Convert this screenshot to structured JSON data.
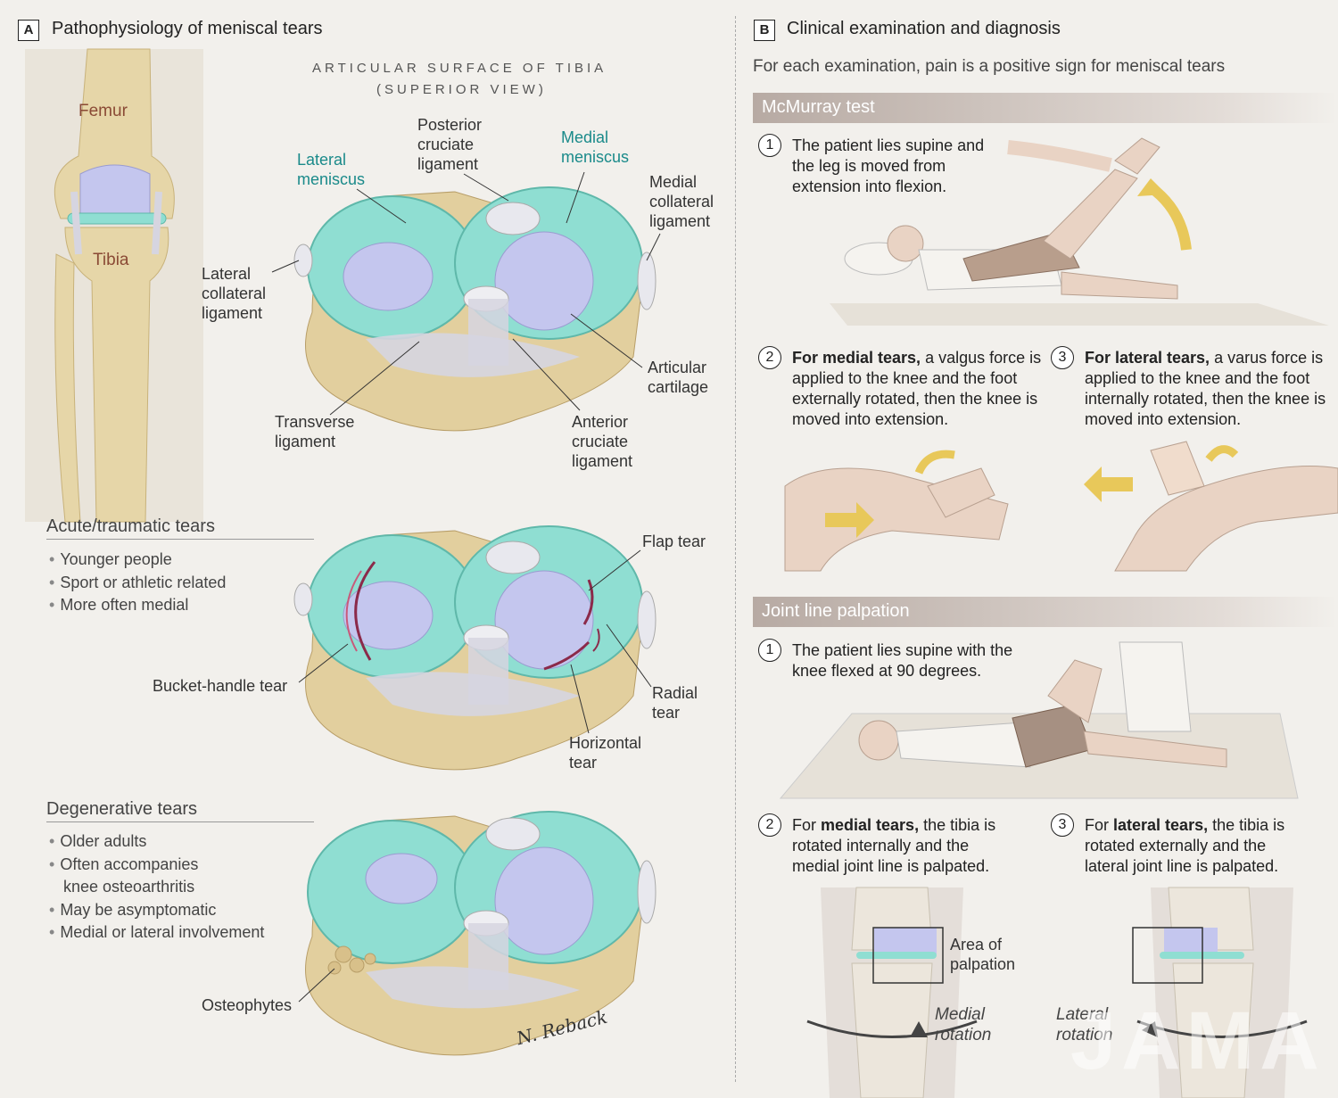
{
  "panel_a": {
    "letter": "A",
    "title": "Pathophysiology of meniscal tears",
    "knee": {
      "femur": "Femur",
      "tibia": "Tibia"
    },
    "view_caption": [
      "ARTICULAR SURFACE OF TIBIA",
      "(SUPERIOR VIEW)"
    ],
    "labels": {
      "lateral_meniscus": "Lateral\nmeniscus",
      "posterior_cruciate": "Posterior\ncruciate\nligament",
      "medial_meniscus": "Medial\nmeniscus",
      "medial_collateral": "Medial\ncollateral\nligament",
      "lateral_collateral": "Lateral\ncollateral\nligament",
      "articular_cartilage": "Articular\ncartilage",
      "transverse": "Transverse\nligament",
      "anterior_cruciate": "Anterior\ncruciate\nligament"
    },
    "acute": {
      "heading": "Acute/traumatic tears",
      "bullets": [
        "Younger people",
        "Sport or athletic related",
        "More often medial"
      ],
      "labels": {
        "flap": "Flap tear",
        "bucket": "Bucket-handle tear",
        "radial": "Radial\ntear",
        "horizontal": "Horizontal\ntear"
      }
    },
    "degenerative": {
      "heading": "Degenerative tears",
      "bullets": [
        "Older adults",
        "Often accompanies",
        "knee osteoarthritis",
        "May be asymptomatic",
        "Medial or lateral involvement"
      ],
      "labels": {
        "osteophytes": "Osteophytes"
      }
    },
    "signature": "N. Reback"
  },
  "panel_b": {
    "letter": "B",
    "title": "Clinical examination and diagnosis",
    "subtitle": "For each examination, pain is a positive sign for meniscal tears",
    "mcmurray": {
      "heading": "McMurray test",
      "step1": {
        "num": "1",
        "text": "The patient lies supine and the leg is moved from extension into flexion."
      },
      "step2": {
        "num": "2",
        "bold": "For medial tears,",
        "text": " a valgus force is applied to the knee and the foot externally rotated, then the knee is moved into extension."
      },
      "step3": {
        "num": "3",
        "bold": "For lateral tears,",
        "text": " a varus force is applied to the knee and the foot internally rotated, then the knee is moved into extension."
      }
    },
    "palpation": {
      "heading": "Joint line palpation",
      "step1": {
        "num": "1",
        "text": "The patient lies supine with the knee flexed at 90 degrees."
      },
      "step2": {
        "num": "2",
        "pre": "For ",
        "bold": "medial tears,",
        "text": " the tibia is rotated internally and the medial joint line is palpated."
      },
      "step3": {
        "num": "3",
        "pre": "For ",
        "bold": "lateral tears,",
        "text": " the tibia is rotated externally and the lateral joint line is palpated."
      },
      "area_label": "Area of\npalpation",
      "medial_rotation": "Medial\nrotation",
      "lateral_rotation": "Lateral\nrotation"
    }
  },
  "watermark": "JAMA",
  "colors": {
    "meniscus": "#8fded2",
    "cartilage": "#c4c6ee",
    "bone": "#e2cf9e",
    "ligament": "#d6d5e0",
    "arrow": "#e8c85a",
    "teal_text": "#1a8a8a",
    "bone_text": "#8a4a35"
  }
}
